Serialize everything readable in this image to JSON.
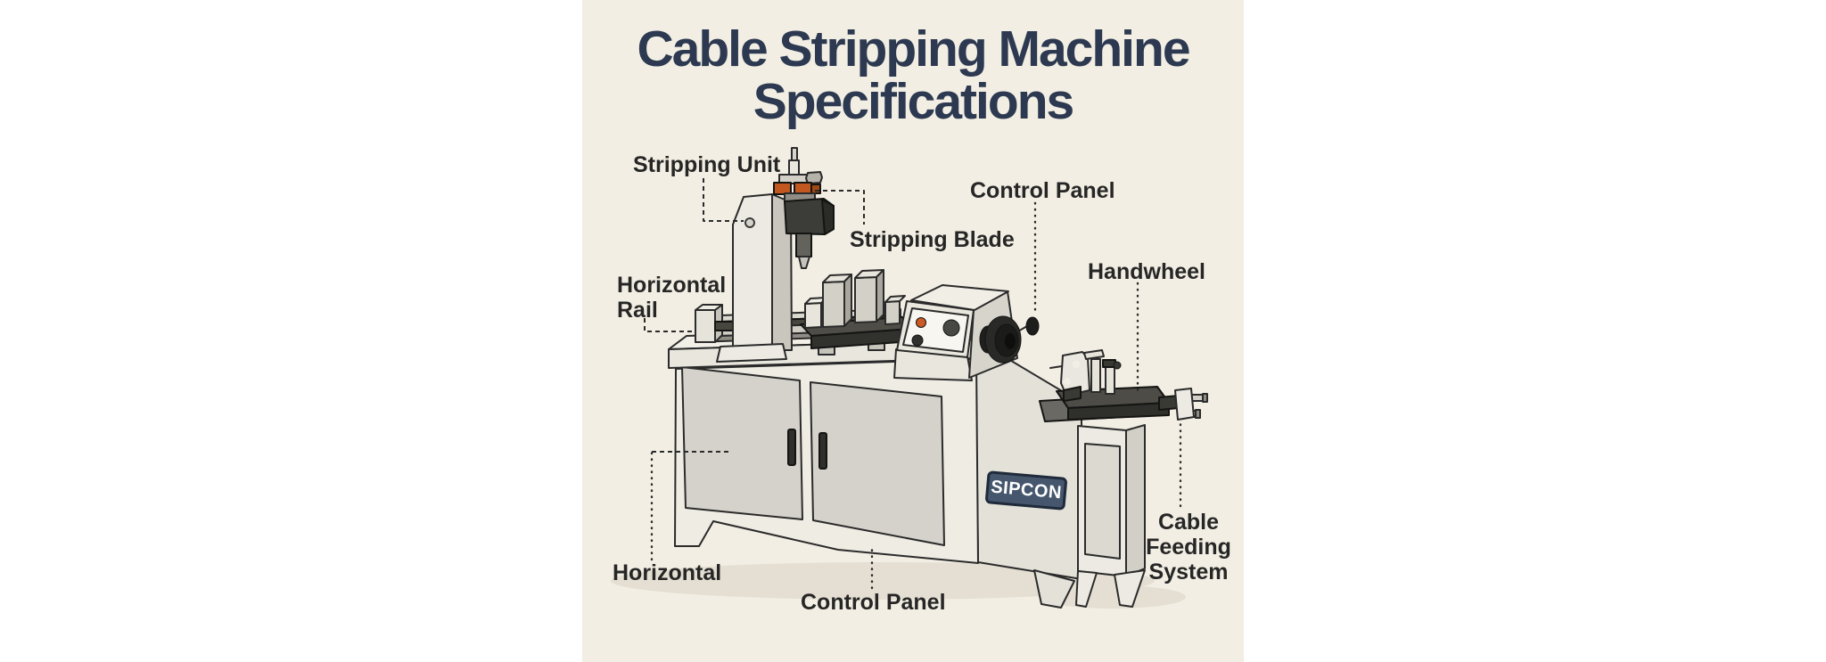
{
  "title": {
    "line1": "Cable Stripping Machine",
    "line2": "Specifications"
  },
  "labels": {
    "stripping_unit": "Stripping Unit",
    "stripping_blade": "Stripping Blade",
    "control_panel_top": "Control Panel",
    "handwheel": "Handwheel",
    "horizontal_rail": "Horizontal Rail",
    "horizontal_bottom": "Horizontal",
    "control_panel_bottom": "Control Panel",
    "cable_feeding_system": "Cable Feeding System"
  },
  "badge": {
    "text": "SIPCON"
  },
  "palette": {
    "page_background": "#ffffff",
    "panel_background": "#f2eee3",
    "title_text": "#2c3950",
    "label_text": "#262626",
    "leader_line": "#3b3b3b",
    "machine_light": "#efece4",
    "machine_mid_gray": "#d5d2ca",
    "machine_dark": "#3b3b37",
    "accent_orange": "#cc5a22",
    "badge_background": "#46566d",
    "badge_border": "#1f2a3a",
    "badge_text": "#ffffff"
  }
}
